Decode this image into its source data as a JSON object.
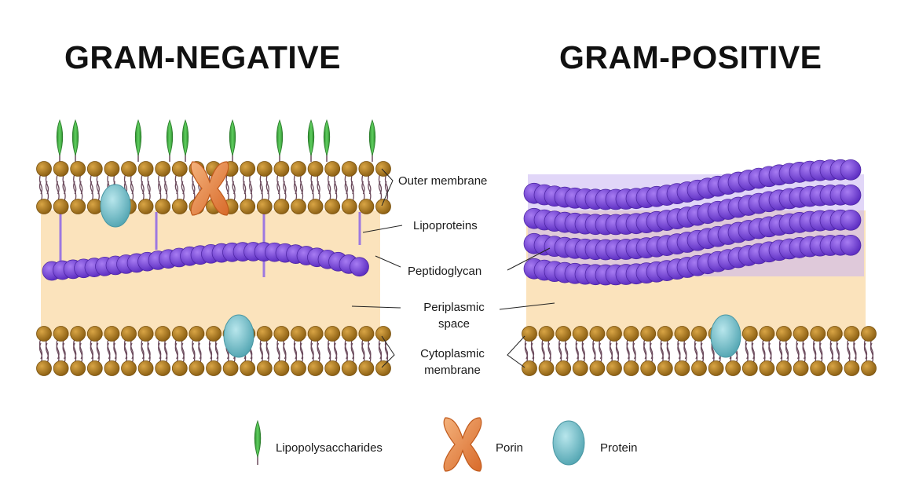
{
  "titles": {
    "gram_negative": "GRAM-NEGATIVE",
    "gram_positive": "GRAM-POSITIVE"
  },
  "labels": {
    "outer_membrane": "Outer membrane",
    "lipoproteins": "Lipoproteins",
    "peptidoglycan": "Peptidoglycan",
    "periplasmic_line1": "Periplasmic",
    "periplasmic_line2": "space",
    "cytoplasmic_line1": "Cytoplasmic",
    "cytoplasmic_line2": "membrane"
  },
  "legend": {
    "lipopolysaccharides": "Lipopolysaccharides",
    "porin": "Porin",
    "protein": "Protein"
  },
  "colors": {
    "periplasm": "#fbe3bc",
    "lipid_head": "#a6761d",
    "lipid_tail": "#6b4a5c",
    "peptidoglycan": "#8a4fe0",
    "peptidoglycan_dark": "#5e2fb8",
    "protein": "#7fc6cf",
    "porin": "#e88a45",
    "lps": "#3aa53a",
    "lipoprotein": "#9d78e0"
  }
}
